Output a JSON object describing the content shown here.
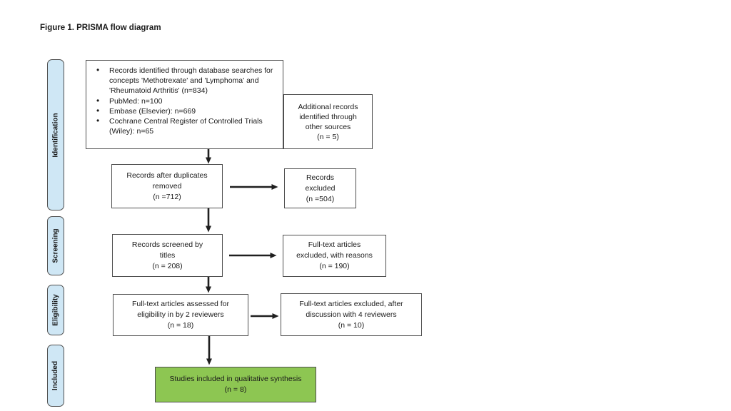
{
  "figure": {
    "title": "Figure 1. PRISMA flow diagram"
  },
  "colors": {
    "stage_fill": "#cfe7f5",
    "stage_border": "#4f4f4f",
    "box_border": "#4f4f4f",
    "included_fill": "#8dc652",
    "arrow": "#1f1f1f",
    "background": "#ffffff"
  },
  "stages": {
    "items": [
      {
        "label": "Identification"
      },
      {
        "label": "Screening"
      },
      {
        "label": "Eligibility"
      },
      {
        "label": "Included"
      }
    ]
  },
  "boxes": {
    "identification_records": {
      "items": [
        "Records identified through database searches for concepts 'Methotrexate' and 'Lymphoma' and 'Rheumatoid Arthritis' (n=834)",
        "PubMed: n=100",
        "Embase (Elsevier): n=669",
        "Cochrane Central Register of Controlled Trials (Wiley): n=65"
      ]
    },
    "additional_records": {
      "lines": [
        "Additional records",
        "identified through",
        "other sources",
        "(n = 5)"
      ]
    },
    "duplicates_removed": {
      "lines": [
        "Records after duplicates",
        "removed",
        "(n =712)"
      ]
    },
    "records_excluded": {
      "lines": [
        "Records",
        "excluded",
        "(n =504)"
      ]
    },
    "records_screened": {
      "lines": [
        "Records screened by",
        "titles",
        "(n = 208)"
      ]
    },
    "fulltext_excluded_reasons": {
      "lines": [
        "Full-text articles",
        "excluded, with reasons",
        "(n = 190)"
      ]
    },
    "fulltext_assessed": {
      "lines": [
        "Full-text articles assessed for",
        "eligibility in by 2 reviewers",
        "(n = 18)"
      ]
    },
    "fulltext_excluded_discussion": {
      "lines": [
        "Full-text articles excluded, after",
        "discussion with 4 reviewers",
        "(n = 10)"
      ]
    },
    "studies_included": {
      "lines": [
        "Studies included in qualitative synthesis",
        "(n = 8)"
      ]
    }
  }
}
